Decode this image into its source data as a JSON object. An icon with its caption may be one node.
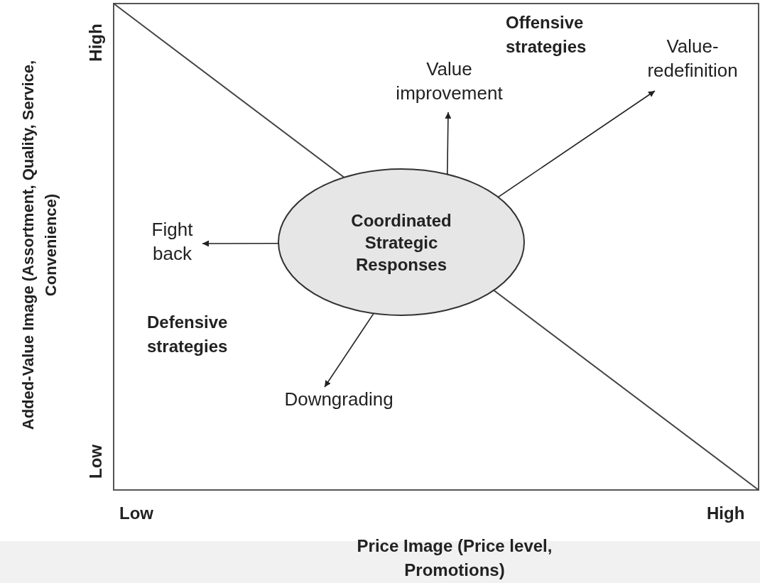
{
  "diagram": {
    "nodes": [
      {
        "text": [
          "Coordinated Strategic Responses"
        ]
      },
      {
        "text": [
          "Value improvement"
        ]
      },
      {
        "text": [
          "Value-redefinition"
        ]
      },
      {
        "text": [
          "Fight back"
        ]
      },
      {
        "text": [
          "Downgrading"
        ]
      }
    ],
    "edges": [
      {
        "from": 0,
        "to": 1,
        "arrow": "to"
      },
      {
        "from": 0,
        "to": 2,
        "arrow": "to"
      },
      {
        "from": 0,
        "to": 3,
        "arrow": "to"
      },
      {
        "from": 0,
        "to": 4,
        "arrow": "to"
      }
    ],
    "labels": [
      "High",
      "Offensive strategies",
      "Defensive strategies",
      "Low",
      "Added-Value Image (Assortment, Quality, Service, Convenience)",
      "Low",
      "High",
      "Price Image (Price level, Promotions)"
    ]
  }
}
